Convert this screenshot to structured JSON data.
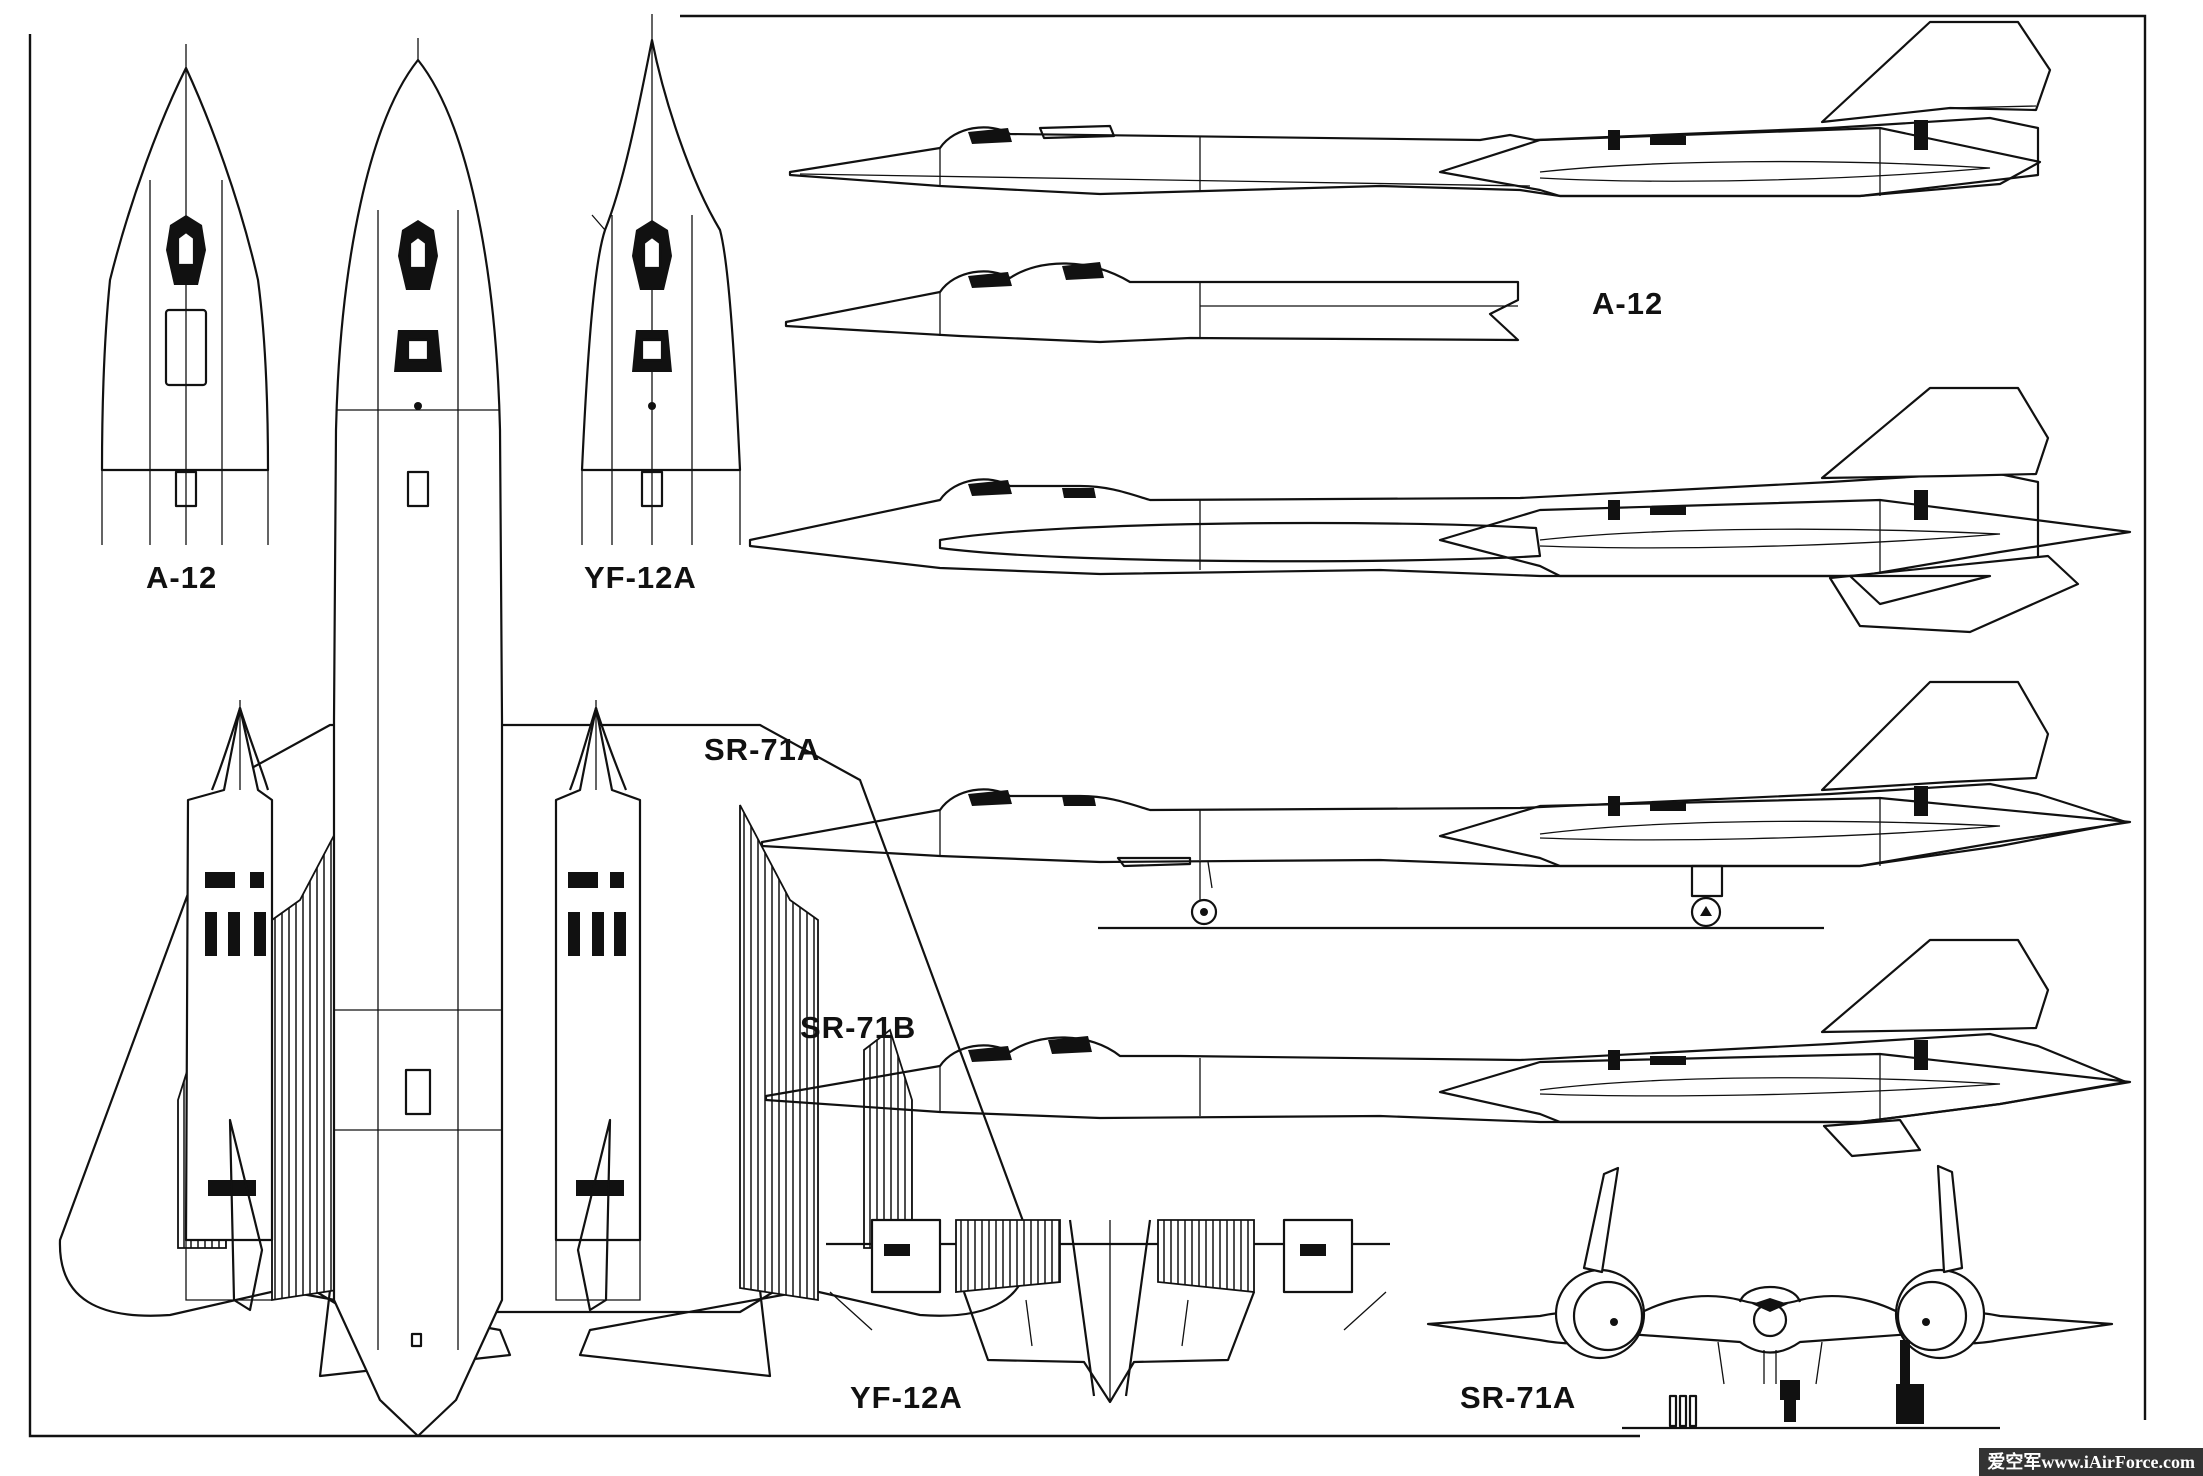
{
  "labels": {
    "a12_planform": "A-12",
    "yf12a_planform": "YF-12A",
    "a12_side": "A-12",
    "sr71a_side": "SR-71A",
    "sr71b_side": "SR-71B",
    "yf12a_rear": "YF-12A",
    "sr71a_front": "SR-71A"
  },
  "credit": "爱空军www.iAirForce.com",
  "icons": {
    "main_planform": "aircraft-top-view",
    "a12_nose": "nose-top-view",
    "yf12a_nose": "nose-top-view",
    "side_profiles": "aircraft-side-view",
    "yf12a_rear": "tail-top-view",
    "sr71a_front": "aircraft-front-view"
  }
}
